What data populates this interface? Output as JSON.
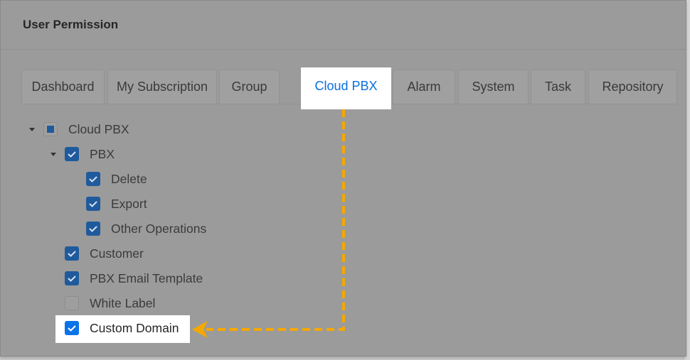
{
  "header": {
    "title": "User Permission"
  },
  "tabs": [
    {
      "label": "Dashboard",
      "active": false
    },
    {
      "label": "My Subscription",
      "active": false
    },
    {
      "label": "Group",
      "active": false
    },
    {
      "label": "Cloud PBX",
      "active": true
    },
    {
      "label": "Alarm",
      "active": false
    },
    {
      "label": "System",
      "active": false
    },
    {
      "label": "Task",
      "active": false
    },
    {
      "label": "Repository",
      "active": false
    }
  ],
  "tree": [
    {
      "label": "Cloud PBX",
      "state": "partial",
      "level": 0,
      "expandable": true
    },
    {
      "label": "PBX",
      "state": "checked",
      "level": 1,
      "expandable": true
    },
    {
      "label": "Delete",
      "state": "checked",
      "level": 2
    },
    {
      "label": "Export",
      "state": "checked",
      "level": 2
    },
    {
      "label": "Other Operations",
      "state": "checked",
      "level": 2
    },
    {
      "label": "Customer",
      "state": "checked",
      "level": 1
    },
    {
      "label": "PBX Email Template",
      "state": "checked",
      "level": 1
    },
    {
      "label": "White Label",
      "state": "unchecked",
      "level": 1
    },
    {
      "label": "Custom Domain",
      "state": "checked",
      "level": 1,
      "highlighted": true
    }
  ],
  "colors": {
    "accent": "#0a73e8",
    "annotation": "#f5a800"
  }
}
